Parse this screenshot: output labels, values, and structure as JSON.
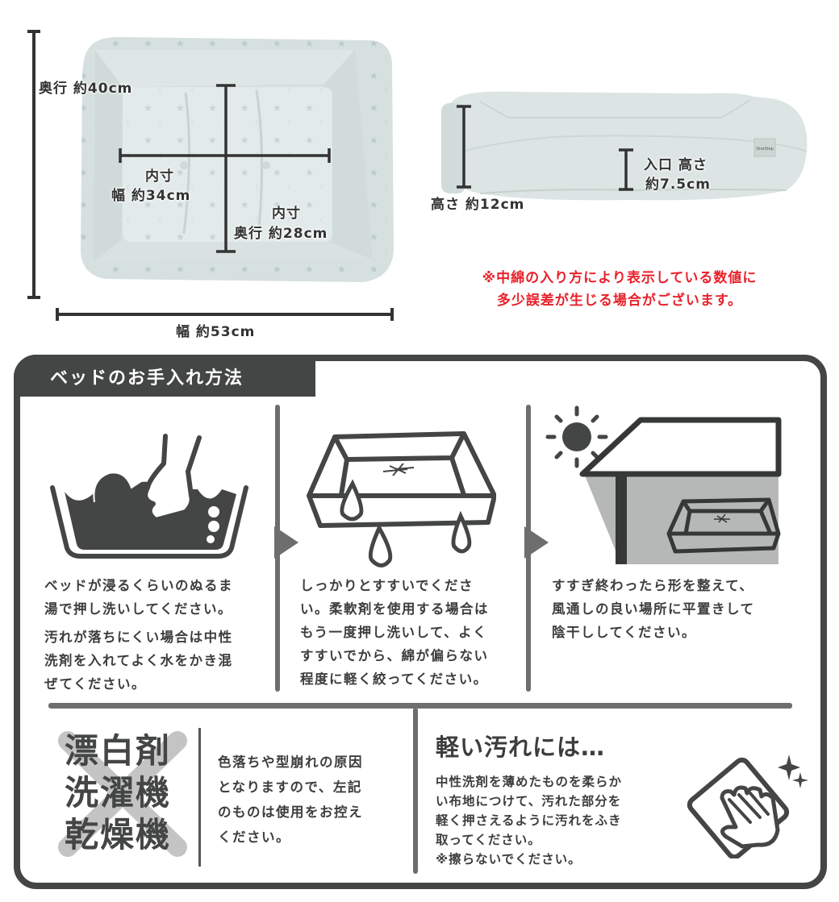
{
  "dimensions": {
    "top_view": {
      "depth_outer": "奥行 約40cm",
      "width_outer": "幅 約53cm",
      "inner_width_title": "内寸",
      "inner_width_value": "幅 約34cm",
      "inner_depth_title": "内寸",
      "inner_depth_value": "奥行 約28cm"
    },
    "side_view": {
      "height": "高さ 約12cm",
      "entrance_height_title": "入口 高さ",
      "entrance_height_value": "約7.5cm",
      "tag_logo": "OneStep"
    },
    "note_line1": "※中綿の入り方により表示している数値に",
    "note_line2": "多少誤差が生じる場合がございます。",
    "note_color": "#e8212b"
  },
  "care": {
    "title": "ベッドのお手入れ方法",
    "frame_color": "#434645",
    "steps": [
      {
        "icon": "hand-wash-basin-icon",
        "text1_line1": "ベッドが浸るくらいのぬるま",
        "text1_line2": "湯で押し洗いしてください。",
        "text2_line1": "汚れが落ちにくい場合は中性",
        "text2_line2": "洗剤を入れてよく水をかき混",
        "text2_line3": "ぜてください。"
      },
      {
        "icon": "wet-bed-rinse-icon",
        "line1": "しっかりとすすいでくださ",
        "line2": "い。柔軟剤を使用する場合は",
        "line3": "もう一度押し洗いして、よく",
        "line4": "すすいでから、綿が偏らない",
        "line5": "程度に軽く絞ってください。"
      },
      {
        "icon": "shade-dry-icon",
        "line1": "すすぎ終わったら形を整えて、",
        "line2": "風通しの良い場所に平置きして",
        "line3": "陰干ししてください。"
      }
    ],
    "prohibited": {
      "items": [
        "漂白剤",
        "洗濯機",
        "乾燥機"
      ],
      "mark": "cross-mark",
      "line1": "色落ちや型崩れの原因",
      "line2": "となりますので、左記",
      "line3": "のものは使用をお控え",
      "line4": "ください。"
    },
    "light_stain": {
      "title": "軽い汚れには…",
      "line1": "中性洗剤を薄めたものを柔らか",
      "line2": "い布地につけて、汚れた部分を",
      "line3": "軽く押さえるように汚れをふき",
      "line4": "取ってください。",
      "line5": "※擦らないでください。",
      "icon": "wipe-cloth-icon"
    }
  }
}
